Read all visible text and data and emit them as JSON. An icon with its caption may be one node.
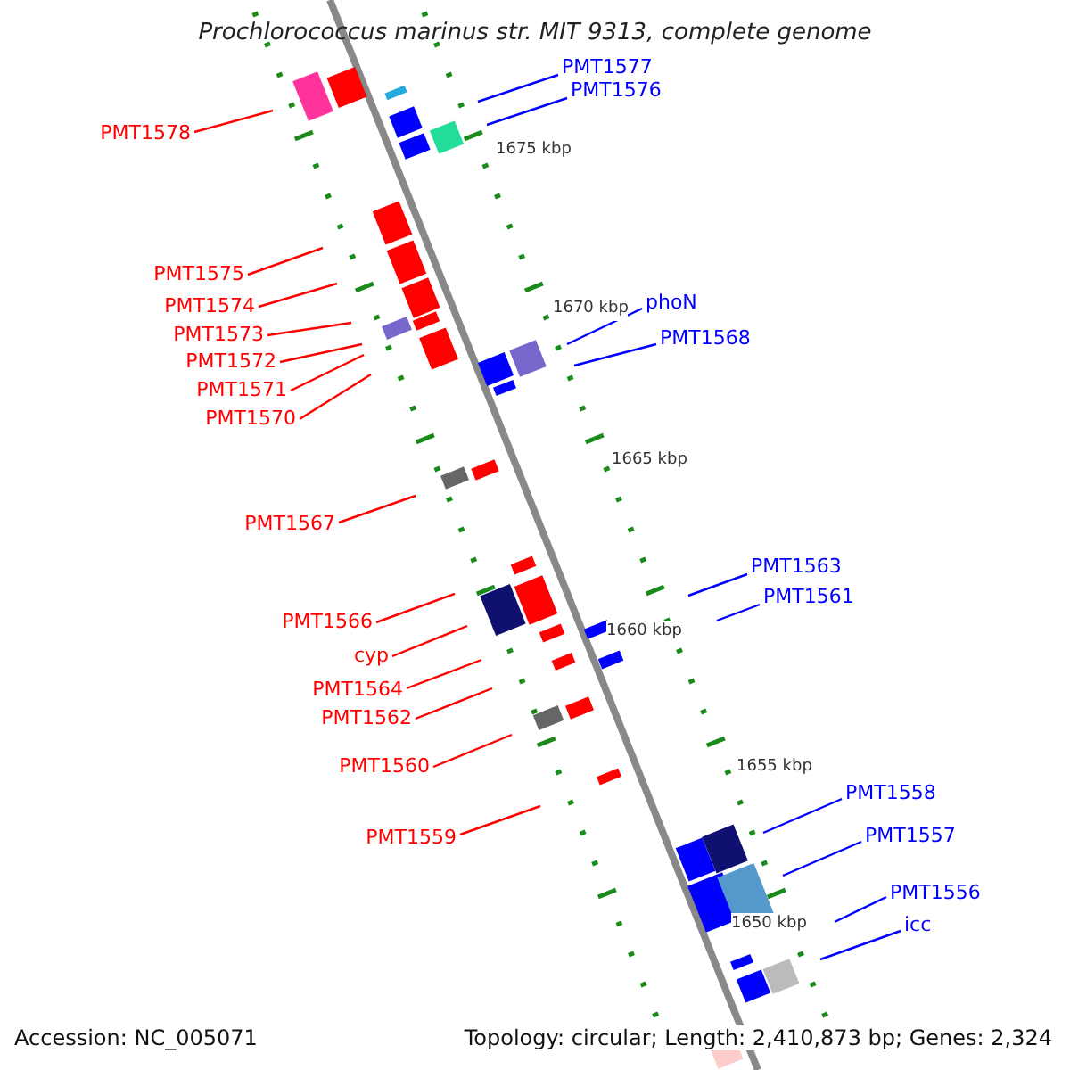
{
  "diagram": {
    "title": "Prochlorococcus marinus str. MIT 9313, complete genome",
    "nodes": [
      {
        "text": [
          "PMT1577"
        ]
      },
      {
        "text": [
          "PMT1576"
        ]
      },
      {
        "text": [
          "PMT1578"
        ]
      },
      {
        "text": [
          "PMT1575"
        ]
      },
      {
        "text": [
          "phoN"
        ]
      },
      {
        "text": [
          "PMT1574"
        ]
      },
      {
        "text": [
          "PMT1573"
        ]
      },
      {
        "text": [
          "PMT1568"
        ]
      },
      {
        "text": [
          "PMT1572"
        ]
      },
      {
        "text": [
          "PMT1571"
        ]
      },
      {
        "text": [
          "PMT1570"
        ]
      },
      {
        "text": [
          "PMT1567"
        ]
      },
      {
        "text": [
          "PMT1563"
        ]
      },
      {
        "text": [
          "PMT1561"
        ]
      },
      {
        "text": [
          "PMT1566"
        ]
      },
      {
        "text": [
          "cyp"
        ]
      },
      {
        "text": [
          "PMT1564"
        ]
      },
      {
        "text": [
          "PMT1562"
        ]
      },
      {
        "text": [
          "PMT1560"
        ]
      },
      {
        "text": [
          "PMT1558"
        ]
      },
      {
        "text": [
          "PMT1559"
        ]
      },
      {
        "text": [
          "PMT1557"
        ]
      },
      {
        "text": [
          "PMT1556"
        ]
      },
      {
        "text": [
          "icc"
        ]
      }
    ],
    "edges": [
      {
        "from": 0,
        "to": null,
        "arrow": "none",
        "color": "#0000ff"
      },
      {
        "from": 1,
        "to": null,
        "arrow": "none",
        "color": "#0000ff"
      },
      {
        "from": 2,
        "to": null,
        "arrow": "none"
      },
      {
        "from": 3,
        "to": null,
        "arrow": "none"
      },
      {
        "from": 4,
        "to": null,
        "arrow": "none",
        "color": "#0000ff"
      },
      {
        "from": 5,
        "to": null,
        "arrow": "none"
      },
      {
        "from": 6,
        "to": null,
        "arrow": "none"
      },
      {
        "from": 7,
        "to": null,
        "arrow": "none",
        "color": "#0000ff"
      },
      {
        "from": 8,
        "to": null,
        "arrow": "none"
      },
      {
        "from": 9,
        "to": null,
        "arrow": "none"
      },
      {
        "from": 10,
        "to": null,
        "arrow": "none"
      },
      {
        "from": 11,
        "to": null,
        "arrow": "none"
      },
      {
        "from": 12,
        "to": null,
        "arrow": "none",
        "color": "#0000ff"
      },
      {
        "from": 13,
        "to": null,
        "arrow": "none",
        "color": "#0000ff"
      },
      {
        "from": 14,
        "to": null,
        "arrow": "none"
      },
      {
        "from": 15,
        "to": null,
        "arrow": "none"
      },
      {
        "from": 16,
        "to": null,
        "arrow": "none"
      },
      {
        "from": 17,
        "to": null,
        "arrow": "none"
      },
      {
        "from": 18,
        "to": null,
        "arrow": "none"
      },
      {
        "from": 19,
        "to": null,
        "arrow": "none",
        "color": "#0000ff"
      },
      {
        "from": 20,
        "to": null,
        "arrow": "none"
      },
      {
        "from": 21,
        "to": null,
        "arrow": "none",
        "color": "#0000ff"
      },
      {
        "from": 22,
        "to": null,
        "arrow": "none",
        "color": "#0000ff"
      },
      {
        "from": 23,
        "to": null,
        "arrow": "none",
        "color": "#0000ff"
      }
    ],
    "labels": [
      "1675 kbp",
      "1670 kbp",
      "1665 kbp",
      "1660 kbp",
      "1655 kbp",
      "1650 kbp",
      "Accession: NC_005071",
      "Topology: circular; Length: 2,410,873 bp; Genes: 2,324"
    ]
  }
}
